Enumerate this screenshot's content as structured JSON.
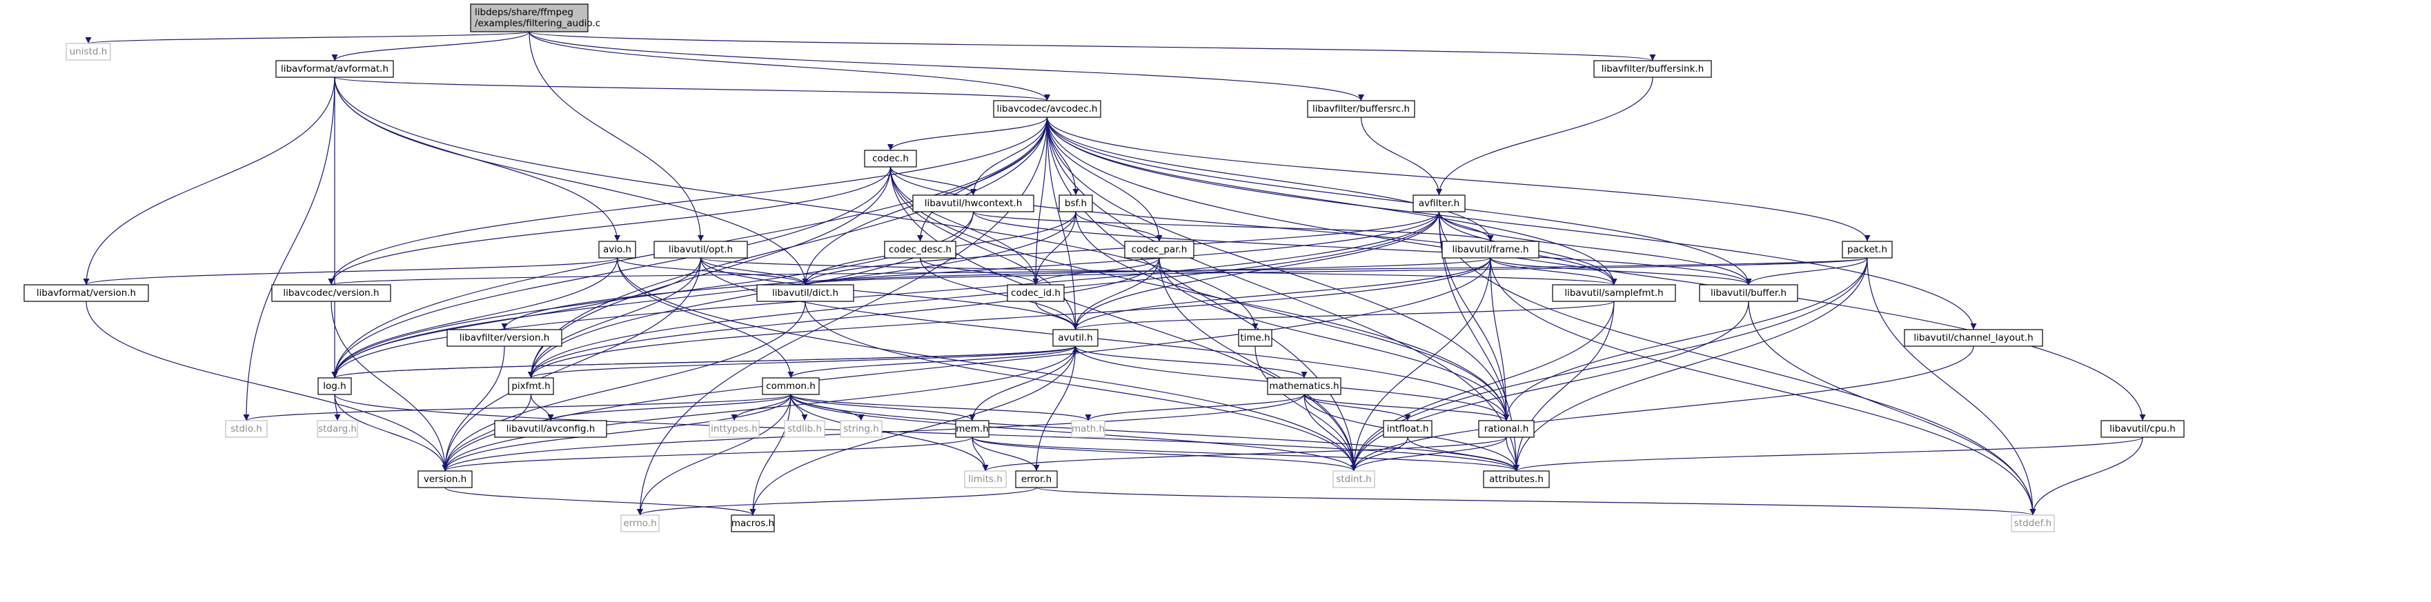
{
  "colors": {
    "edge": "#191970",
    "box_border": "#000000",
    "root_fill": "#bfbfbf",
    "missing_border": "#bfbfbf",
    "text": "#000000",
    "missing_text": "#8c8c8c"
  },
  "nodes": [
    {
      "id": "filtering_audio",
      "lines": [
        "libdeps/share/ffmpeg",
        "/examples/filtering_audio.c"
      ],
      "kind": "root"
    },
    {
      "id": "unistd",
      "lines": [
        "unistd.h"
      ],
      "kind": "missing"
    },
    {
      "id": "avformat",
      "lines": [
        "libavformat/avformat.h"
      ],
      "kind": "normal"
    },
    {
      "id": "buffersink",
      "lines": [
        "libavfilter/buffersink.h"
      ],
      "kind": "normal"
    },
    {
      "id": "avcodec",
      "lines": [
        "libavcodec/avcodec.h"
      ],
      "kind": "normal"
    },
    {
      "id": "buffersrc",
      "lines": [
        "libavfilter/buffersrc.h"
      ],
      "kind": "normal"
    },
    {
      "id": "codec",
      "lines": [
        "codec.h"
      ],
      "kind": "normal"
    },
    {
      "id": "hwcontext",
      "lines": [
        "libavutil/hwcontext.h"
      ],
      "kind": "normal"
    },
    {
      "id": "bsf",
      "lines": [
        "bsf.h"
      ],
      "kind": "normal"
    },
    {
      "id": "avfilter",
      "lines": [
        "avfilter.h"
      ],
      "kind": "normal"
    },
    {
      "id": "avio",
      "lines": [
        "avio.h"
      ],
      "kind": "normal"
    },
    {
      "id": "opt",
      "lines": [
        "libavutil/opt.h"
      ],
      "kind": "normal"
    },
    {
      "id": "codec_desc",
      "lines": [
        "codec_desc.h"
      ],
      "kind": "normal"
    },
    {
      "id": "codec_par",
      "lines": [
        "codec_par.h"
      ],
      "kind": "normal"
    },
    {
      "id": "frame",
      "lines": [
        "libavutil/frame.h"
      ],
      "kind": "normal"
    },
    {
      "id": "packet",
      "lines": [
        "packet.h"
      ],
      "kind": "normal"
    },
    {
      "id": "avformat_version",
      "lines": [
        "libavformat/version.h"
      ],
      "kind": "normal"
    },
    {
      "id": "avcodec_version",
      "lines": [
        "libavcodec/version.h"
      ],
      "kind": "normal"
    },
    {
      "id": "dict",
      "lines": [
        "libavutil/dict.h"
      ],
      "kind": "normal"
    },
    {
      "id": "codec_id",
      "lines": [
        "codec_id.h"
      ],
      "kind": "normal"
    },
    {
      "id": "samplefmt",
      "lines": [
        "libavutil/samplefmt.h"
      ],
      "kind": "normal"
    },
    {
      "id": "buffer",
      "lines": [
        "libavutil/buffer.h"
      ],
      "kind": "normal"
    },
    {
      "id": "avfilter_version",
      "lines": [
        "libavfilter/version.h"
      ],
      "kind": "normal"
    },
    {
      "id": "avutil",
      "lines": [
        "avutil.h"
      ],
      "kind": "normal"
    },
    {
      "id": "time",
      "lines": [
        "time.h"
      ],
      "kind": "normal"
    },
    {
      "id": "channel_layout",
      "lines": [
        "libavutil/channel_layout.h"
      ],
      "kind": "normal"
    },
    {
      "id": "log",
      "lines": [
        "log.h"
      ],
      "kind": "normal"
    },
    {
      "id": "pixfmt",
      "lines": [
        "pixfmt.h"
      ],
      "kind": "normal"
    },
    {
      "id": "common",
      "lines": [
        "common.h"
      ],
      "kind": "normal"
    },
    {
      "id": "mathematics",
      "lines": [
        "mathematics.h"
      ],
      "kind": "normal"
    },
    {
      "id": "stdio",
      "lines": [
        "stdio.h"
      ],
      "kind": "missing"
    },
    {
      "id": "stdarg",
      "lines": [
        "stdarg.h"
      ],
      "kind": "missing"
    },
    {
      "id": "avconfig",
      "lines": [
        "libavutil/avconfig.h"
      ],
      "kind": "normal"
    },
    {
      "id": "inttypes",
      "lines": [
        "inttypes.h"
      ],
      "kind": "missing"
    },
    {
      "id": "stdlib",
      "lines": [
        "stdlib.h"
      ],
      "kind": "missing"
    },
    {
      "id": "string",
      "lines": [
        "string.h"
      ],
      "kind": "missing"
    },
    {
      "id": "mem",
      "lines": [
        "mem.h"
      ],
      "kind": "normal"
    },
    {
      "id": "math",
      "lines": [
        "math.h"
      ],
      "kind": "missing"
    },
    {
      "id": "intfloat",
      "lines": [
        "intfloat.h"
      ],
      "kind": "normal"
    },
    {
      "id": "rational",
      "lines": [
        "rational.h"
      ],
      "kind": "normal"
    },
    {
      "id": "cpu",
      "lines": [
        "libavutil/cpu.h"
      ],
      "kind": "normal"
    },
    {
      "id": "version",
      "lines": [
        "version.h"
      ],
      "kind": "normal"
    },
    {
      "id": "limits",
      "lines": [
        "limits.h"
      ],
      "kind": "missing"
    },
    {
      "id": "error",
      "lines": [
        "error.h"
      ],
      "kind": "normal"
    },
    {
      "id": "stdint",
      "lines": [
        "stdint.h"
      ],
      "kind": "missing"
    },
    {
      "id": "attributes",
      "lines": [
        "attributes.h"
      ],
      "kind": "normal"
    },
    {
      "id": "errno",
      "lines": [
        "errno.h"
      ],
      "kind": "missing"
    },
    {
      "id": "macros",
      "lines": [
        "macros.h"
      ],
      "kind": "normal"
    },
    {
      "id": "stddef",
      "lines": [
        "stddef.h"
      ],
      "kind": "missing"
    }
  ],
  "edges": [
    [
      "filtering_audio",
      "unistd"
    ],
    [
      "filtering_audio",
      "avformat"
    ],
    [
      "filtering_audio",
      "avcodec"
    ],
    [
      "filtering_audio",
      "buffersink"
    ],
    [
      "filtering_audio",
      "buffersrc"
    ],
    [
      "filtering_audio",
      "opt"
    ],
    [
      "avformat",
      "avcodec"
    ],
    [
      "avformat",
      "avformat_version"
    ],
    [
      "avformat",
      "avio"
    ],
    [
      "avformat",
      "dict"
    ],
    [
      "avformat",
      "log"
    ],
    [
      "avformat",
      "stdio"
    ],
    [
      "avformat",
      "time"
    ],
    [
      "buffersink",
      "avfilter"
    ],
    [
      "buffersrc",
      "avfilter"
    ],
    [
      "avcodec",
      "codec"
    ],
    [
      "avcodec",
      "hwcontext"
    ],
    [
      "avcodec",
      "bsf"
    ],
    [
      "avcodec",
      "codec_desc"
    ],
    [
      "avcodec",
      "codec_par"
    ],
    [
      "avcodec",
      "frame"
    ],
    [
      "avcodec",
      "packet"
    ],
    [
      "avcodec",
      "avcodec_version"
    ],
    [
      "avcodec",
      "dict"
    ],
    [
      "avcodec",
      "codec_id"
    ],
    [
      "avcodec",
      "samplefmt"
    ],
    [
      "avcodec",
      "buffer"
    ],
    [
      "avcodec",
      "avutil"
    ],
    [
      "avcodec",
      "log"
    ],
    [
      "avcodec",
      "pixfmt"
    ],
    [
      "avcodec",
      "rational"
    ],
    [
      "avcodec",
      "attributes"
    ],
    [
      "avcodec",
      "channel_layout"
    ],
    [
      "avcodec",
      "cpu"
    ],
    [
      "avcodec",
      "errno"
    ],
    [
      "avcodec",
      "stdint"
    ],
    [
      "codec",
      "hwcontext"
    ],
    [
      "codec",
      "codec_id"
    ],
    [
      "codec",
      "avutil"
    ],
    [
      "codec",
      "log"
    ],
    [
      "codec",
      "pixfmt"
    ],
    [
      "codec",
      "rational"
    ],
    [
      "codec",
      "samplefmt"
    ],
    [
      "codec",
      "avcodec_version"
    ],
    [
      "codec",
      "stdint"
    ],
    [
      "hwcontext",
      "buffer"
    ],
    [
      "hwcontext",
      "frame"
    ],
    [
      "hwcontext",
      "log"
    ],
    [
      "hwcontext",
      "pixfmt"
    ],
    [
      "bsf",
      "codec_id"
    ],
    [
      "bsf",
      "codec_par"
    ],
    [
      "bsf",
      "dict"
    ],
    [
      "bsf",
      "log"
    ],
    [
      "bsf",
      "rational"
    ],
    [
      "avfilter",
      "frame"
    ],
    [
      "avfilter",
      "dict"
    ],
    [
      "avfilter",
      "samplefmt"
    ],
    [
      "avfilter",
      "buffer"
    ],
    [
      "avfilter",
      "avfilter_version"
    ],
    [
      "avfilter",
      "avutil"
    ],
    [
      "avfilter",
      "log"
    ],
    [
      "avfilter",
      "pixfmt"
    ],
    [
      "avfilter",
      "rational"
    ],
    [
      "avfilter",
      "attributes"
    ],
    [
      "avfilter",
      "stddef"
    ],
    [
      "avio",
      "avformat_version"
    ],
    [
      "avio",
      "dict"
    ],
    [
      "avio",
      "log"
    ],
    [
      "avio",
      "common"
    ],
    [
      "avio",
      "stdint"
    ],
    [
      "opt",
      "dict"
    ],
    [
      "opt",
      "avutil"
    ],
    [
      "opt",
      "log"
    ],
    [
      "opt",
      "pixfmt"
    ],
    [
      "opt",
      "rational"
    ],
    [
      "opt",
      "samplefmt"
    ],
    [
      "opt",
      "version"
    ],
    [
      "codec_desc",
      "codec_id"
    ],
    [
      "codec_desc",
      "avutil"
    ],
    [
      "codec_par",
      "codec_id"
    ],
    [
      "codec_par",
      "avutil"
    ],
    [
      "codec_par",
      "pixfmt"
    ],
    [
      "codec_par",
      "rational"
    ],
    [
      "codec_par",
      "stdint"
    ],
    [
      "frame",
      "avutil"
    ],
    [
      "frame",
      "buffer"
    ],
    [
      "frame",
      "dict"
    ],
    [
      "frame",
      "rational"
    ],
    [
      "frame",
      "samplefmt"
    ],
    [
      "frame",
      "pixfmt"
    ],
    [
      "frame",
      "version"
    ],
    [
      "frame",
      "stddef"
    ],
    [
      "frame",
      "stdint"
    ],
    [
      "packet",
      "buffer"
    ],
    [
      "packet",
      "attributes"
    ],
    [
      "packet",
      "dict"
    ],
    [
      "packet",
      "rational"
    ],
    [
      "packet",
      "stddef"
    ],
    [
      "packet",
      "stdint"
    ],
    [
      "packet",
      "avcodec_version"
    ],
    [
      "avformat_version",
      "version"
    ],
    [
      "avcodec_version",
      "version"
    ],
    [
      "dict",
      "stdint"
    ],
    [
      "dict",
      "version"
    ],
    [
      "codec_id",
      "avutil"
    ],
    [
      "samplefmt",
      "avutil"
    ],
    [
      "samplefmt",
      "attributes"
    ],
    [
      "samplefmt",
      "stdint"
    ],
    [
      "buffer",
      "stddef"
    ],
    [
      "buffer",
      "stdint"
    ],
    [
      "avfilter_version",
      "version"
    ],
    [
      "avutil",
      "common"
    ],
    [
      "avutil",
      "error"
    ],
    [
      "avutil",
      "version"
    ],
    [
      "avutil",
      "mathematics"
    ],
    [
      "avutil",
      "rational"
    ],
    [
      "avutil",
      "log"
    ],
    [
      "avutil",
      "pixfmt"
    ],
    [
      "avutil",
      "macros"
    ],
    [
      "time",
      "stdint"
    ],
    [
      "channel_layout",
      "stdint"
    ],
    [
      "log",
      "stdarg"
    ],
    [
      "log",
      "avutil"
    ],
    [
      "log",
      "attributes"
    ],
    [
      "log",
      "version"
    ],
    [
      "pixfmt",
      "avconfig"
    ],
    [
      "pixfmt",
      "version"
    ],
    [
      "common",
      "stdio"
    ],
    [
      "common",
      "avconfig"
    ],
    [
      "common",
      "inttypes"
    ],
    [
      "common",
      "stdlib"
    ],
    [
      "common",
      "string"
    ],
    [
      "common",
      "mem"
    ],
    [
      "common",
      "math"
    ],
    [
      "common",
      "limits"
    ],
    [
      "common",
      "errno"
    ],
    [
      "common",
      "attributes"
    ],
    [
      "common",
      "macros"
    ],
    [
      "common",
      "version"
    ],
    [
      "common",
      "stdint"
    ],
    [
      "mathematics",
      "math"
    ],
    [
      "mathematics",
      "intfloat"
    ],
    [
      "mathematics",
      "rational"
    ],
    [
      "mathematics",
      "attributes"
    ],
    [
      "mathematics",
      "version"
    ],
    [
      "mathematics",
      "stdint"
    ],
    [
      "mem",
      "error"
    ],
    [
      "mem",
      "avutil"
    ],
    [
      "mem",
      "limits"
    ],
    [
      "mem",
      "attributes"
    ],
    [
      "mem",
      "version"
    ],
    [
      "mem",
      "stdint"
    ],
    [
      "intfloat",
      "attributes"
    ],
    [
      "intfloat",
      "stdint"
    ],
    [
      "rational",
      "attributes"
    ],
    [
      "rational",
      "limits"
    ],
    [
      "rational",
      "stdint"
    ],
    [
      "cpu",
      "attributes"
    ],
    [
      "cpu",
      "stddef"
    ],
    [
      "version",
      "macros"
    ],
    [
      "error",
      "errno"
    ],
    [
      "error",
      "stddef"
    ]
  ]
}
